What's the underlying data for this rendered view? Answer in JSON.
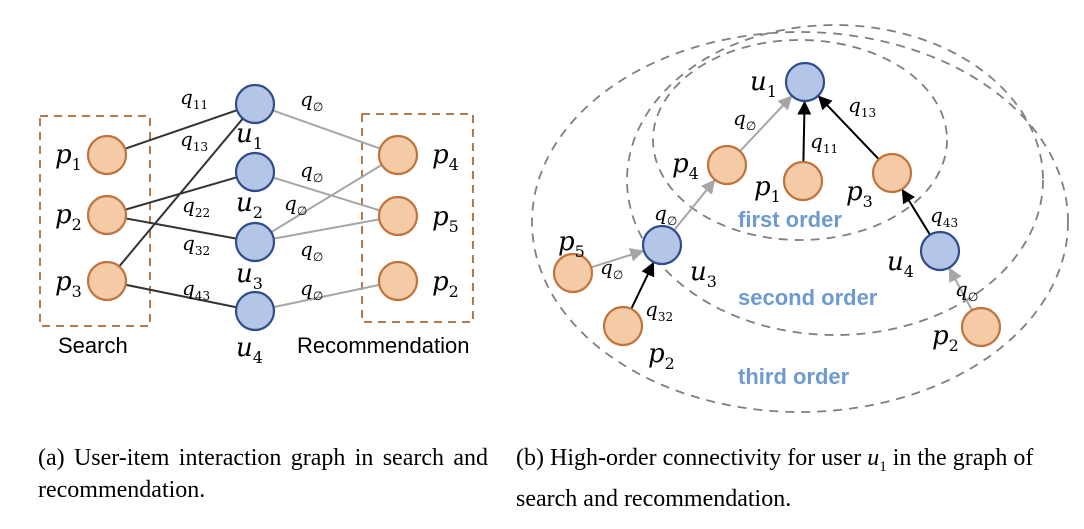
{
  "figure": {
    "panel_a": {
      "group_labels": {
        "search": "Search",
        "recommendation": "Recommendation"
      },
      "search_items": [
        {
          "id": "p1",
          "base": "p",
          "sub": "1"
        },
        {
          "id": "p2",
          "base": "p",
          "sub": "2"
        },
        {
          "id": "p3",
          "base": "p",
          "sub": "3"
        }
      ],
      "users": [
        {
          "id": "u1",
          "base": "u",
          "sub": "1"
        },
        {
          "id": "u2",
          "base": "u",
          "sub": "2"
        },
        {
          "id": "u3",
          "base": "u",
          "sub": "3"
        },
        {
          "id": "u4",
          "base": "u",
          "sub": "4"
        }
      ],
      "rec_items": [
        {
          "id": "p4",
          "base": "p",
          "sub": "4"
        },
        {
          "id": "p5",
          "base": "p",
          "sub": "5"
        },
        {
          "id": "p2r",
          "base": "p",
          "sub": "2"
        }
      ],
      "search_edges": [
        {
          "from": "p1",
          "to": "u1",
          "label": "q",
          "sub": "11"
        },
        {
          "from": "p3",
          "to": "u1",
          "label": "q",
          "sub": "13"
        },
        {
          "from": "p2",
          "to": "u2",
          "label": "q",
          "sub": "22"
        },
        {
          "from": "p2",
          "to": "u3",
          "label": "q",
          "sub": "32"
        },
        {
          "from": "p3",
          "to": "u4",
          "label": "q",
          "sub": "43"
        }
      ],
      "rec_edges": [
        {
          "from": "u1",
          "to": "p4",
          "label": "q",
          "sub": "∅"
        },
        {
          "from": "u2",
          "to": "p5",
          "label": "q",
          "sub": "∅"
        },
        {
          "from": "u3",
          "to": "p4",
          "label": "q",
          "sub": "∅"
        },
        {
          "from": "u3",
          "to": "p5",
          "label": "q",
          "sub": "∅"
        },
        {
          "from": "u4",
          "to": "p2r",
          "label": "q",
          "sub": "∅"
        }
      ],
      "caption": "(a)  User-item  interaction  graph  in search and recommendation."
    },
    "panel_b": {
      "order_labels": {
        "first": "first order",
        "second": "second order",
        "third": "third order"
      },
      "nodes": [
        {
          "id": "u1",
          "type": "user",
          "base": "u",
          "sub": "1"
        },
        {
          "id": "p4",
          "type": "item",
          "base": "p",
          "sub": "4"
        },
        {
          "id": "p1",
          "type": "item",
          "base": "p",
          "sub": "1"
        },
        {
          "id": "p3",
          "type": "item",
          "base": "p",
          "sub": "3"
        },
        {
          "id": "u3",
          "type": "user",
          "base": "u",
          "sub": "3"
        },
        {
          "id": "u4",
          "type": "user",
          "base": "u",
          "sub": "4"
        },
        {
          "id": "p5",
          "type": "item",
          "base": "p",
          "sub": "5"
        },
        {
          "id": "p2a",
          "type": "item",
          "base": "p",
          "sub": "2"
        },
        {
          "id": "p2b",
          "type": "item",
          "base": "p",
          "sub": "2"
        }
      ],
      "edges": [
        {
          "from": "p4",
          "to": "u1",
          "label": "q",
          "sub": "∅",
          "kind": "recommendation"
        },
        {
          "from": "p1",
          "to": "u1",
          "label": "q",
          "sub": "11",
          "kind": "search"
        },
        {
          "from": "p3",
          "to": "u1",
          "label": "q",
          "sub": "13",
          "kind": "search"
        },
        {
          "from": "u3",
          "to": "p4",
          "label": "q",
          "sub": "∅",
          "kind": "recommendation"
        },
        {
          "from": "u4",
          "to": "p3",
          "label": "q",
          "sub": "43",
          "kind": "search"
        },
        {
          "from": "p5",
          "to": "u3",
          "label": "q",
          "sub": "∅",
          "kind": "recommendation"
        },
        {
          "from": "p2a",
          "to": "u3",
          "label": "q",
          "sub": "32",
          "kind": "search"
        },
        {
          "from": "p2b",
          "to": "u4",
          "label": "q",
          "sub": "∅",
          "kind": "recommendation"
        }
      ],
      "caption_prefix": "(b) High-order connectivity for user ",
      "caption_var": "u",
      "caption_var_sub": "1",
      "caption_suffix": " in the graph of search and recommendation."
    },
    "colors": {
      "item_fill": "#f4cba6",
      "item_stroke": "#c0733a",
      "user_fill": "#b4c6e7",
      "user_stroke": "#2f4d8a",
      "order_text": "#6d9bd1",
      "search_edge": "#333333",
      "rec_edge": "#a6a6a6",
      "dash_box": "#b87a4b",
      "ellipse": "#7f7f7f"
    }
  }
}
